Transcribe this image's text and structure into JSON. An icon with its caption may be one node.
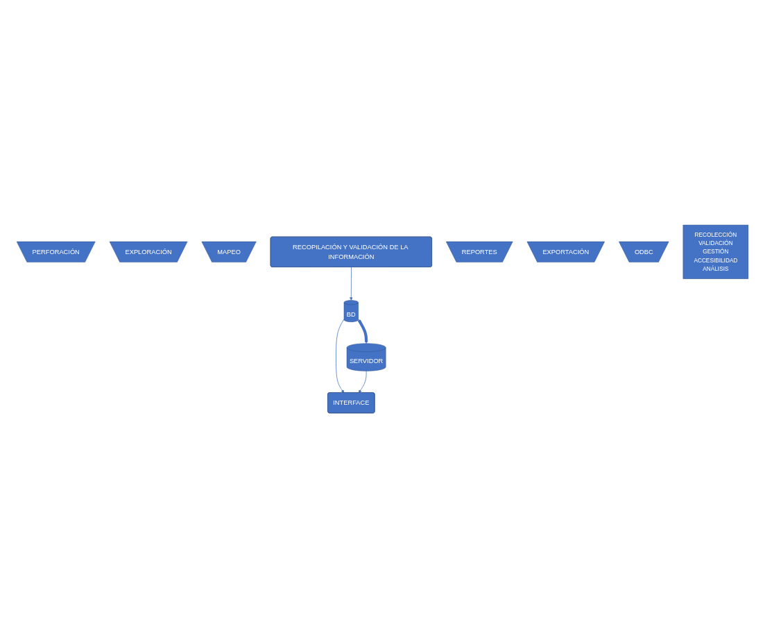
{
  "diagram": {
    "nodes": [
      {
        "text": [
          "PERFORACIÓN"
        ]
      },
      {
        "text": [
          "EXPLORACIÓN"
        ]
      },
      {
        "text": [
          "MAPEO"
        ]
      },
      {
        "text": [
          "RECOPILACIÓN Y VALIDACIÓN DE LA INFORMACIÓN"
        ]
      },
      {
        "text": [
          "BD"
        ]
      },
      {
        "text": [
          "INTERFACE"
        ]
      },
      {
        "text": [
          "SERVIDOR"
        ]
      },
      {
        "text": [
          "REPORTES"
        ]
      },
      {
        "text": [
          "EXPORTACIÓN"
        ]
      },
      {
        "text": [
          "ODBC"
        ]
      },
      {
        "text": [
          "RECOLECCIÓN",
          "VALIDACIÓN",
          "GESTIÓN",
          "ACCESIBILIDAD",
          "ANÁLISIS"
        ]
      }
    ],
    "edges": [
      {
        "from": 3,
        "to": 4,
        "arrow": "to"
      },
      {
        "from": 4,
        "to": 5,
        "arrow": "to"
      },
      {
        "from": 4,
        "to": 6,
        "arrow": "both",
        "style": "thick"
      },
      {
        "from": 6,
        "to": 5,
        "arrow": "to"
      }
    ]
  }
}
